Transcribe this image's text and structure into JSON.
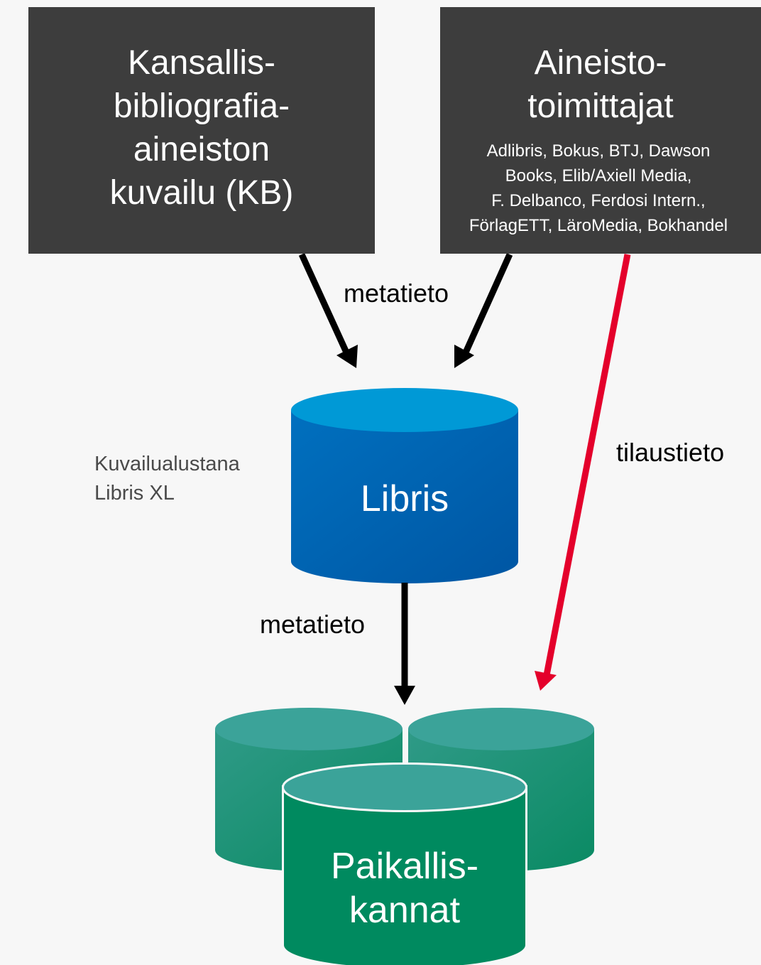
{
  "source_box": {
    "title_lines": [
      "Kansallis-",
      "bibliografia-",
      "aineiston",
      "kuvailu (KB)"
    ]
  },
  "suppliers_box": {
    "title_lines": [
      "Aineisto-",
      "toimittajat"
    ],
    "subtitle_lines": [
      "Adlibris, Bokus, BTJ, Dawson",
      "Books, Elib/Axiell Media,",
      "F. Delbanco, Ferdosi Intern.,",
      "FörlagETT, LäroMedia, Bokhandel"
    ]
  },
  "edges": {
    "metadata_top": "metatieto",
    "metadata_bottom": "metatieto",
    "order_info": "tilaustieto"
  },
  "libris": {
    "label": "Libris",
    "note_lines": [
      "Kuvailualustana",
      "Libris XL"
    ]
  },
  "local": {
    "label_lines": [
      "Paikallis-",
      "kannat"
    ]
  },
  "colors": {
    "box": "#3d3d3d",
    "libris_top": "#0099d6",
    "libris_body": "#0061ad",
    "local_top": "#3ba399",
    "local_body": "#008a5f",
    "order_arrow": "#e4002b",
    "arrow": "#000000"
  }
}
